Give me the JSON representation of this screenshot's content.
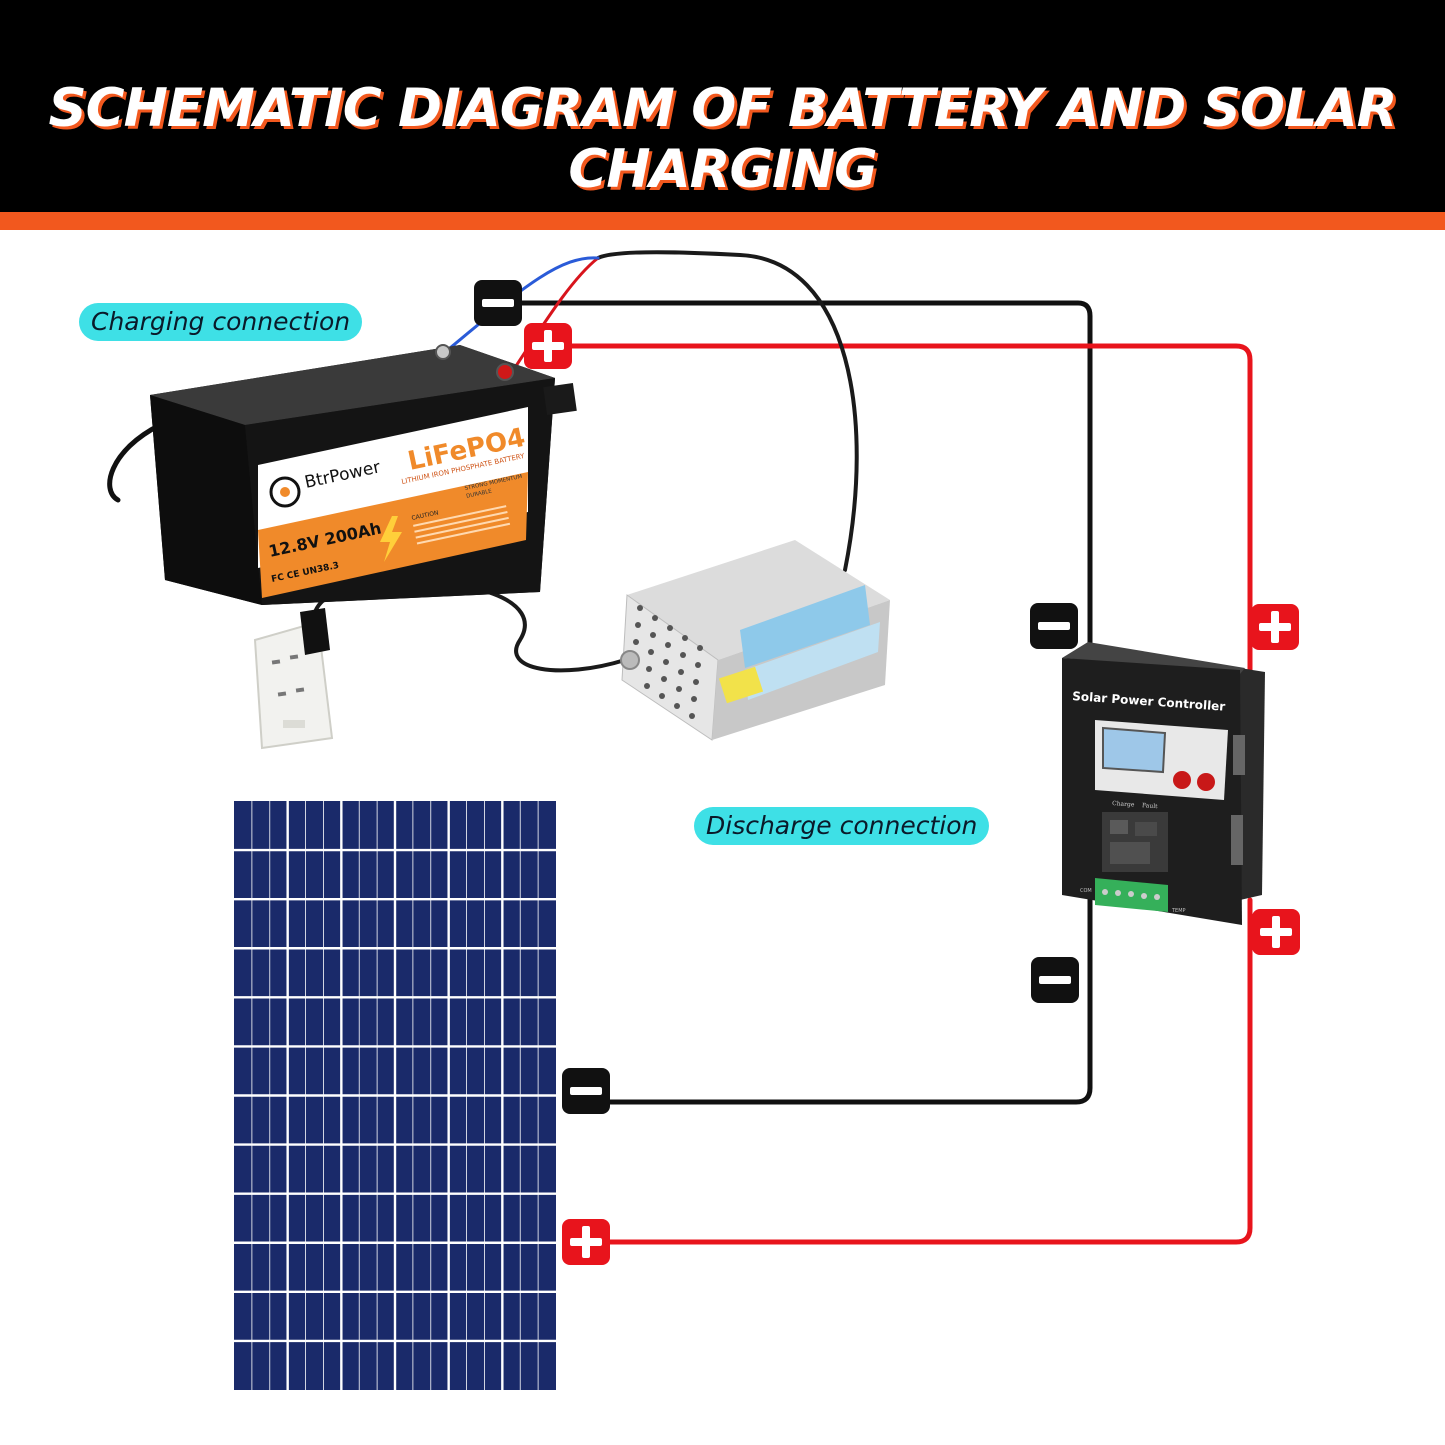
{
  "header": {
    "title": "SCHEMATIC DIAGRAM OF BATTERY AND SOLAR CHARGING"
  },
  "labels": {
    "charging_connection": "Charging connection",
    "discharge_connection": "Discharge connection"
  },
  "battery": {
    "brand": "BtrPower",
    "chemistry": "LiFePO4",
    "subtitle": "LITHIUM IRON PHOSPHATE BATTERY",
    "feature_1": "STRONG MOMENTUM",
    "feature_2": "DURABLE",
    "caution": "CAUTION",
    "rating": "12.8V 200Ah",
    "certifications": "FC CE UN38.3"
  },
  "controller": {
    "title": "Solar Power Controller",
    "led_charge": "Charge",
    "led_fault": "Fault",
    "terminal_left": "COM",
    "terminal_right": "TEMP"
  },
  "colors": {
    "header_bg": "#000000",
    "accent_orange": "#f2581e",
    "wire_positive": "#e8141c",
    "wire_negative": "#111111",
    "label_pill": "#3ee0e6",
    "panel_cell": "#1a2a6a"
  }
}
